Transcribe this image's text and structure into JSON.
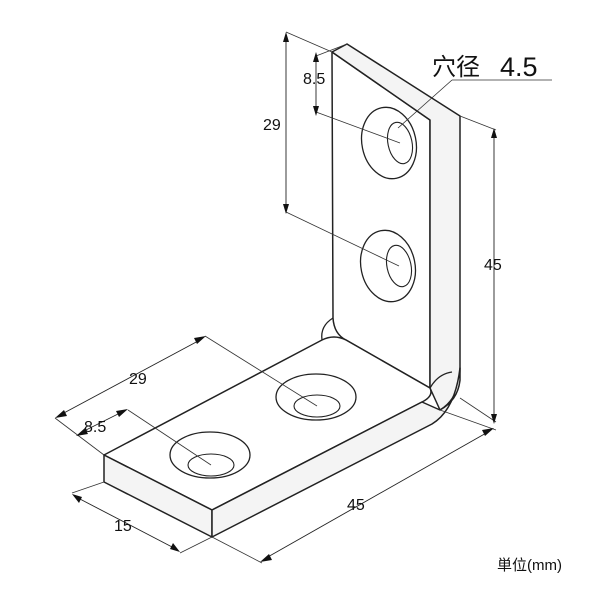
{
  "dimensions": {
    "vertical_hole_offset": "8.5",
    "vertical_hole_spacing": "29",
    "vertical_leg_length": "45",
    "horizontal_hole_spacing": "29",
    "horizontal_hole_offset": "8.5",
    "width": "15",
    "horizontal_leg_length": "45"
  },
  "hole_label": {
    "prefix": "穴径",
    "value": "4.5"
  },
  "unit_label": "単位(mm)",
  "colors": {
    "line": "#222222",
    "face": "#f4f4f4",
    "background": "#ffffff"
  }
}
